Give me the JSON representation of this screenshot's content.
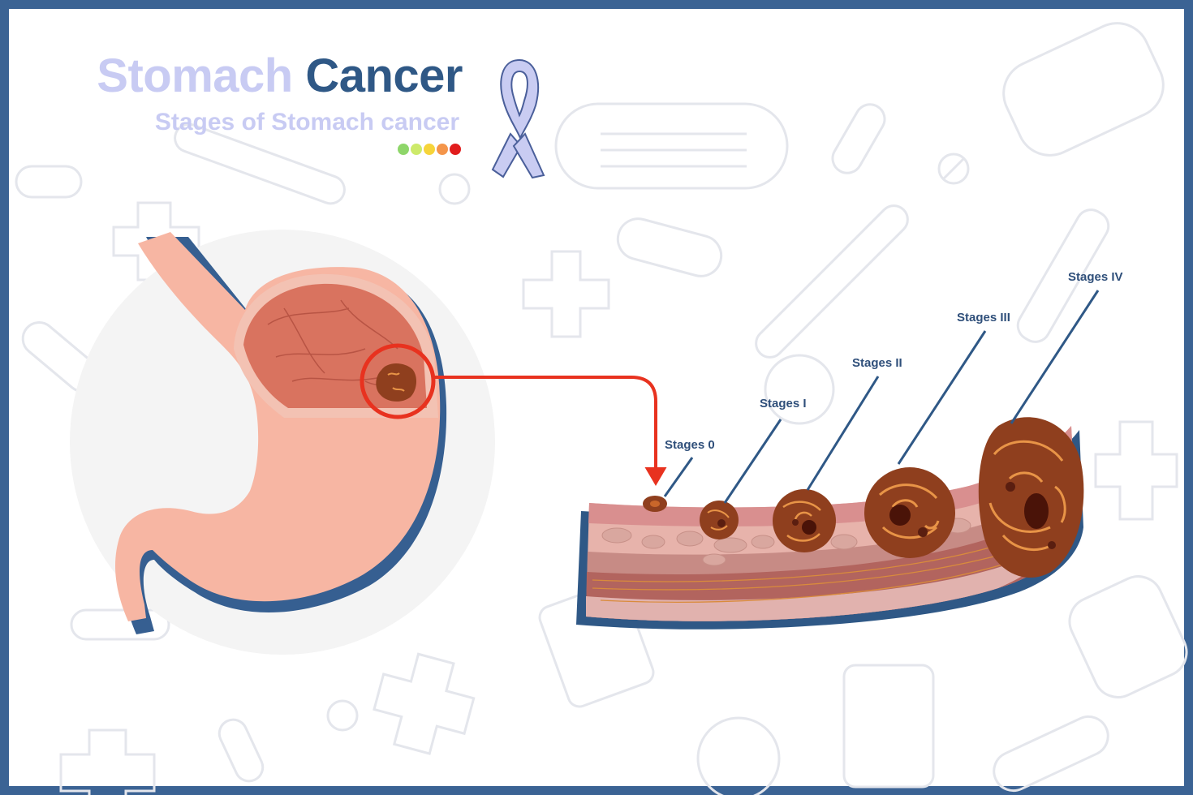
{
  "title": {
    "word1": "Stomach",
    "word2": "Cancer"
  },
  "subtitle": "Stages of Stomach cancer",
  "indicator_dots": [
    "#8ed66a",
    "#cdea6a",
    "#f6d43a",
    "#f4954a",
    "#e11d1d"
  ],
  "colors": {
    "frame": "#3b6394",
    "stomach": "#f7b6a3",
    "stomach_interior": "#d9735f",
    "stomach_outline": "#365f91",
    "arrow": "#e8321f",
    "ribbon": "#c9ccf2",
    "tumor": "#8f3f1e",
    "leader_line": "#2f5886"
  },
  "stages": [
    {
      "label": "Stages 0",
      "level": 0
    },
    {
      "label": "Stages I",
      "level": 1
    },
    {
      "label": "Stages II",
      "level": 2
    },
    {
      "label": "Stages III",
      "level": 3
    },
    {
      "label": "Stages IV",
      "level": 4
    }
  ]
}
